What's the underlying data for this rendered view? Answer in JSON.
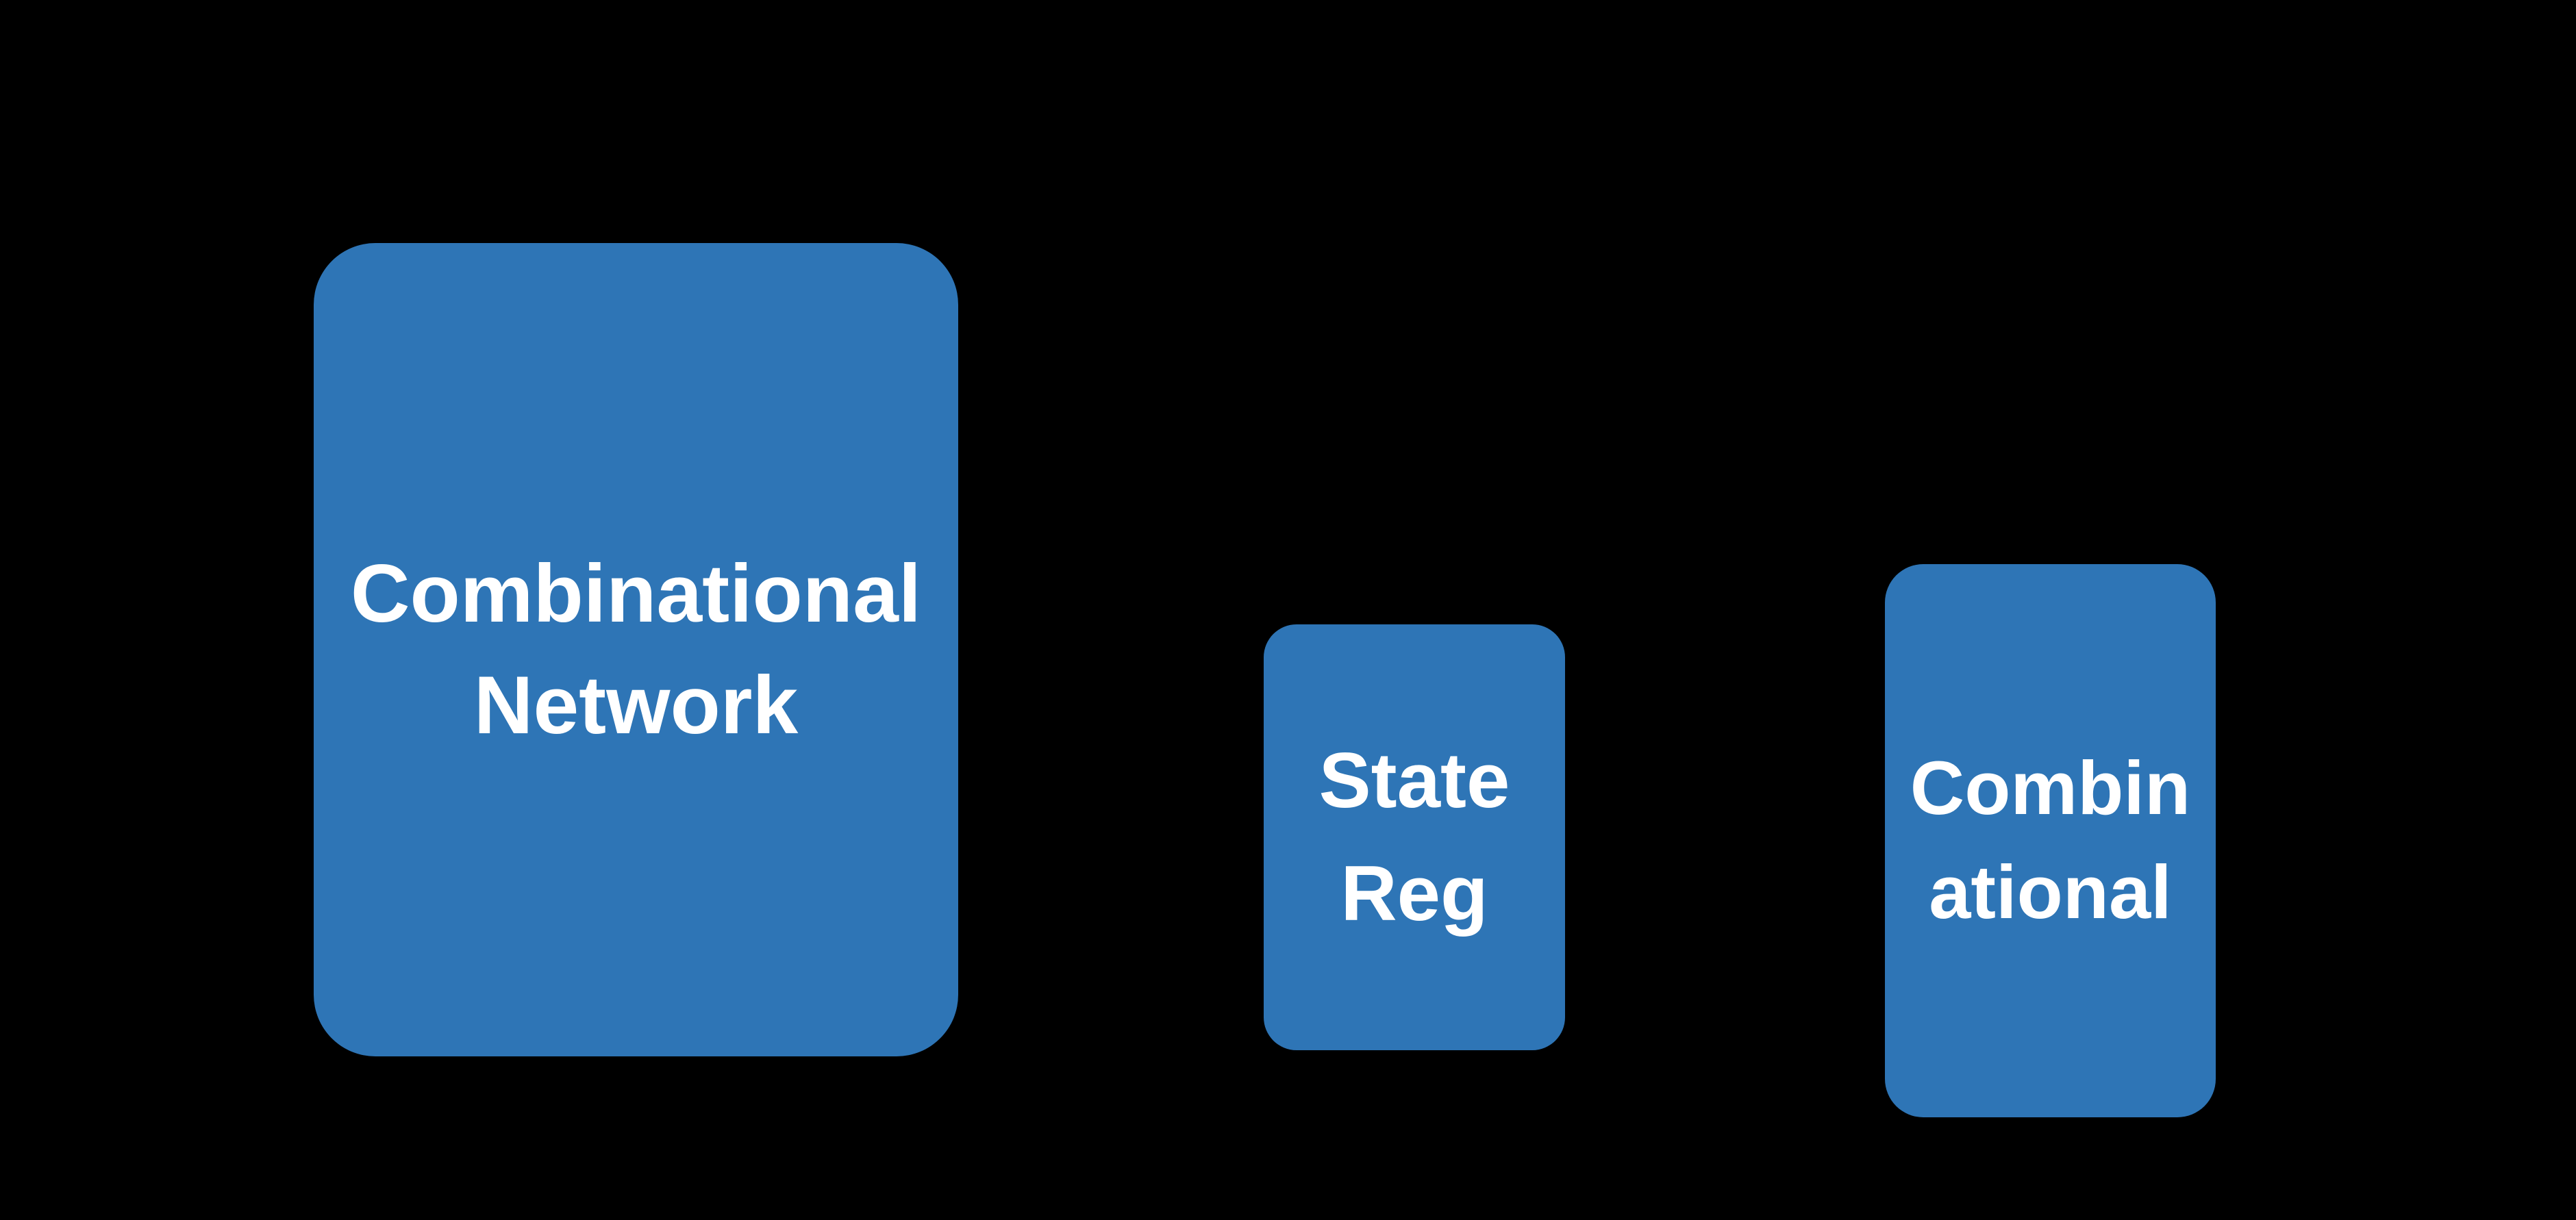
{
  "diagram": {
    "background": "#000000",
    "box_fill": "#2E75B6",
    "text_color": "#FFFFFF",
    "boxes": [
      {
        "id": "combinational-network",
        "lines": [
          "Combinational",
          "Network"
        ]
      },
      {
        "id": "state-reg",
        "lines": [
          "State",
          "Reg"
        ]
      },
      {
        "id": "combinational-wrapped",
        "lines": [
          "Combin",
          "ational"
        ]
      }
    ]
  }
}
